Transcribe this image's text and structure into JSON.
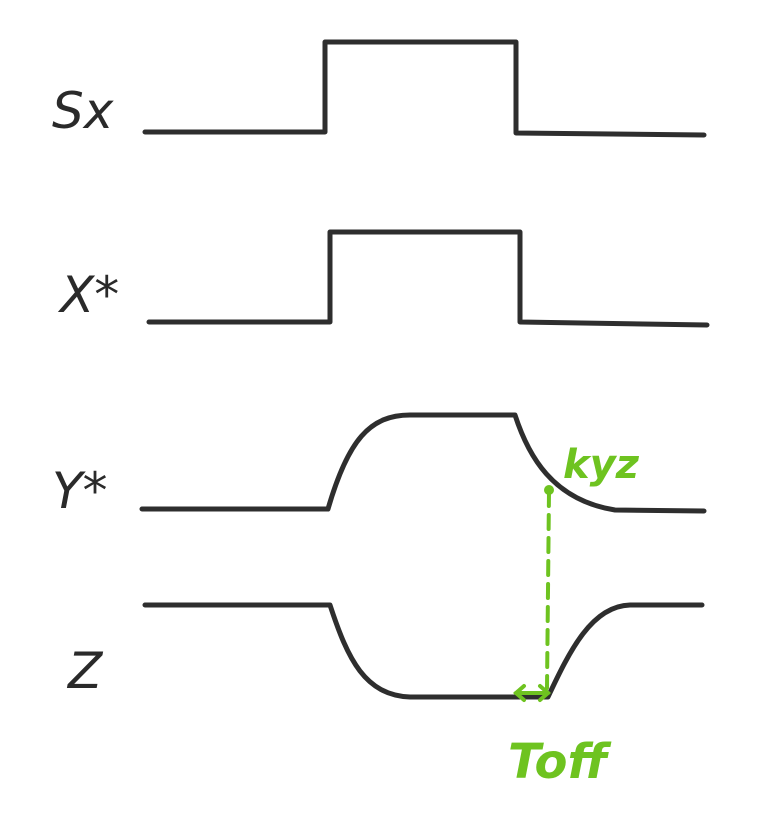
{
  "diagram": {
    "signals": [
      {
        "label": "Sx"
      },
      {
        "label": "X*"
      },
      {
        "label": "Y*"
      },
      {
        "label": "Z"
      }
    ],
    "annotations": {
      "kyz": "kyz",
      "toff": "Toff"
    },
    "colors": {
      "trace": "#2e2e2e",
      "annotation": "#6ec320"
    }
  }
}
